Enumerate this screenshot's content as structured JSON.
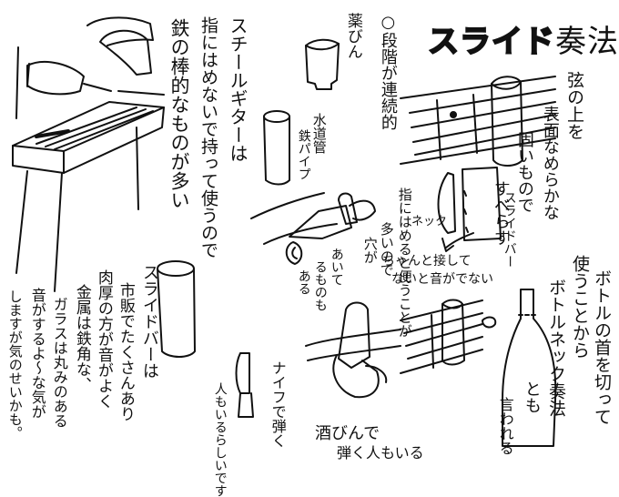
{
  "title": {
    "part1": "スライド",
    "part2": "奏法"
  },
  "notes": {
    "steel_guitar": "スチールギターは",
    "steel_guitar_2": "指にはめないで持って使うので",
    "steel_guitar_3": "鉄の棒的なものが多い",
    "medicine_bottle": "薬びん",
    "plumbing_pipe": "水道管",
    "plumbing_pipe_2": "鉄パイプ",
    "many_stages": "○段階が連続的",
    "slide_on_strings": "弦の上を",
    "slide_on_strings_2": "表面なめらかな",
    "slide_on_strings_3": "固いもので",
    "slide_on_strings_4": "すべらす",
    "finger_wear": "指にはめると便うことが",
    "finger_wear_2": "多いので",
    "finger_wear_3": "穴が",
    "finger_wear_4": "あいて",
    "finger_wear_5": "るものも",
    "finger_wear_6": "ある",
    "neck_label": "ネック",
    "slidebar_label": "スライドバー",
    "contact_note": "ちゃんと接して",
    "contact_note_2": "ないと音がでない",
    "commercial": "スライドバーは",
    "commercial_2": "市販でたくさんあり",
    "commercial_3": "肉厚の方が音がよく",
    "commercial_4": "金属は鉄角な、",
    "commercial_5": "ガラスは丸みのある",
    "commercial_6": "音がするよ〜な気が",
    "commercial_7": "しますが気のせいかも。",
    "knife": "ナイフで弾く",
    "knife_2": "人もいるらしいです",
    "sake_bottle": "酒びんで",
    "sake_bottle_2": "弾く人もいる",
    "bottle_neck": "ボトルの首を切って",
    "bottle_neck_2": "使うことから",
    "bottle_neck_3": "ボトルネック奏法",
    "bottle_neck_4": "とも",
    "bottle_neck_5": "言われる"
  }
}
